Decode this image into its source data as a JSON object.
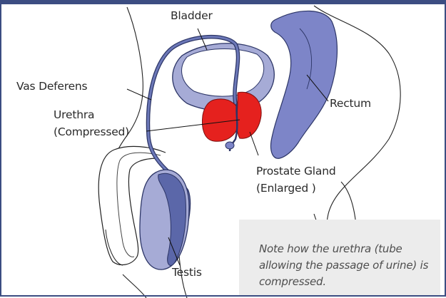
{
  "colors": {
    "accent": "#3c4d82",
    "bladder": "#a6abd6",
    "rectum": "#7d85c8",
    "prostate": "#e5211e",
    "vas": "#5b67a9",
    "note_bg": "#ececec"
  },
  "labels": {
    "bladder": "Bladder",
    "vas_deferens": "Vas Deferens",
    "urethra_line1": "Urethra",
    "urethra_line2": "(Compressed)",
    "rectum": "Rectum",
    "prostate_line1": "Prostate Gland",
    "prostate_line2": "(Enlarged )",
    "testis": "Testis"
  },
  "note": {
    "text": "Note how the urethra (tube allowing the passage of urine) is compressed."
  }
}
